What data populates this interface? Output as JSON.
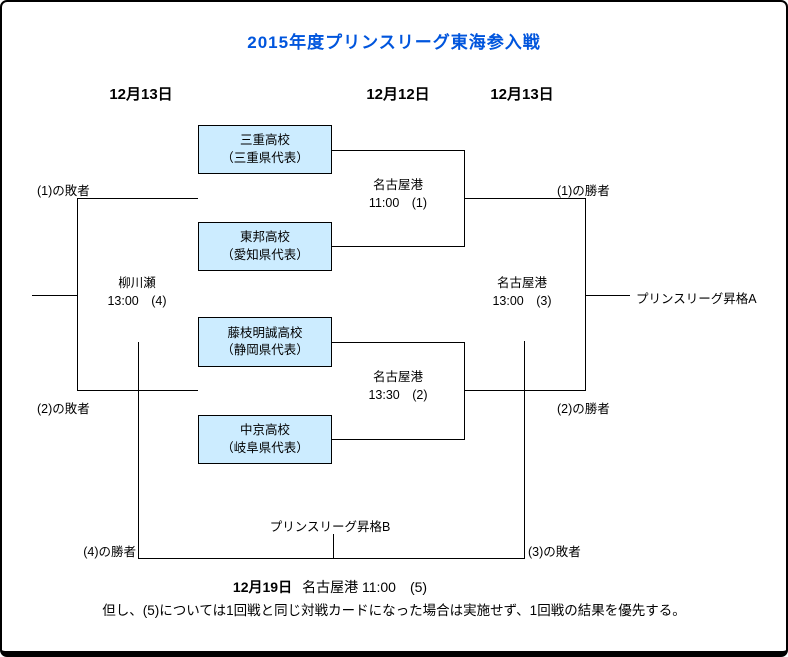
{
  "title": "2015年度プリンスリーグ東海参入戦",
  "dates": {
    "left": "12月13日",
    "middle": "12月12日",
    "right": "12月13日"
  },
  "teams": [
    {
      "name": "三重高校",
      "prefecture": "（三重県代表）"
    },
    {
      "name": "東邦高校",
      "prefecture": "（愛知県代表）"
    },
    {
      "name": "藤枝明誠高校",
      "prefecture": "（静岡県代表）"
    },
    {
      "name": "中京高校",
      "prefecture": "（岐阜県代表）"
    }
  ],
  "matches": {
    "m1": {
      "venue": "名古屋港",
      "time": "11:00　(1)"
    },
    "m2": {
      "venue": "名古屋港",
      "time": "13:30　(2)"
    },
    "m3": {
      "venue": "名古屋港",
      "time": "13:00　(3)"
    },
    "m4": {
      "venue": "柳川瀬",
      "time": "13:00　(4)"
    }
  },
  "labels": {
    "match1_loser": "(1)の敗者",
    "match2_loser": "(2)の敗者",
    "match1_winner": "(1)の勝者",
    "match2_winner": "(2)の勝者",
    "match4_winner": "(4)の勝者",
    "match3_loser": "(3)の敗者",
    "promotion_a": "プリンスリーグ昇格A",
    "promotion_b": "プリンスリーグ昇格B"
  },
  "final_match": {
    "date": "12月19日",
    "details": "名古屋港 11:00　(5)",
    "note": "但し、(5)については1回戦と同じ対戦カードになった場合は実施せず、1回戦の結果を優先する。"
  },
  "colors": {
    "title_blue": "#0055DD",
    "team_box_fill": "#CCECFF",
    "line_black": "#000000"
  }
}
